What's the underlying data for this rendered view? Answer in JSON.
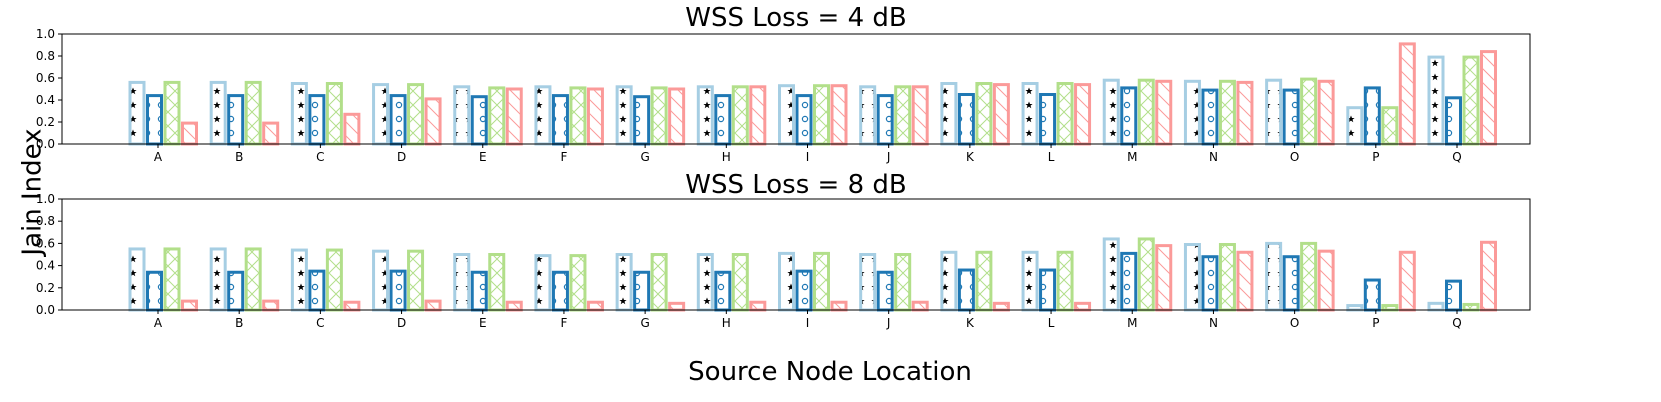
{
  "figure": {
    "ylabel": "Jain Index",
    "xlabel": "Source Node Location"
  },
  "series_style": [
    {
      "color": "#a6cee3",
      "hatch": "star"
    },
    {
      "color": "#1f78b4",
      "hatch": "circle"
    },
    {
      "color": "#b2df8a",
      "hatch": "cross"
    },
    {
      "color": "#fb9a99",
      "hatch": "diag"
    }
  ],
  "chart_data": [
    {
      "type": "bar",
      "title": "WSS Loss = 4 dB",
      "categories": [
        "A",
        "B",
        "C",
        "D",
        "E",
        "F",
        "G",
        "H",
        "I",
        "J",
        "K",
        "L",
        "M",
        "N",
        "O",
        "P",
        "Q"
      ],
      "ylim": [
        0,
        1.0
      ],
      "yticks": [
        "0.0",
        "0.2",
        "0.4",
        "0.6",
        "0.8",
        "1.0"
      ],
      "grid": false,
      "series": [
        {
          "values": [
            0.56,
            0.56,
            0.55,
            0.54,
            0.52,
            0.52,
            0.52,
            0.52,
            0.53,
            0.52,
            0.55,
            0.55,
            0.58,
            0.57,
            0.58,
            0.33,
            0.79
          ]
        },
        {
          "values": [
            0.44,
            0.44,
            0.44,
            0.44,
            0.43,
            0.44,
            0.43,
            0.44,
            0.44,
            0.44,
            0.45,
            0.45,
            0.51,
            0.49,
            0.49,
            0.51,
            0.42
          ]
        },
        {
          "values": [
            0.56,
            0.56,
            0.55,
            0.54,
            0.51,
            0.51,
            0.51,
            0.52,
            0.53,
            0.52,
            0.55,
            0.55,
            0.58,
            0.57,
            0.59,
            0.33,
            0.79
          ]
        },
        {
          "values": [
            0.19,
            0.19,
            0.27,
            0.41,
            0.5,
            0.5,
            0.5,
            0.52,
            0.53,
            0.52,
            0.54,
            0.54,
            0.57,
            0.56,
            0.57,
            0.91,
            0.84
          ]
        }
      ]
    },
    {
      "type": "bar",
      "title": "WSS Loss = 8 dB",
      "categories": [
        "A",
        "B",
        "C",
        "D",
        "E",
        "F",
        "G",
        "H",
        "I",
        "J",
        "K",
        "L",
        "M",
        "N",
        "O",
        "P",
        "Q"
      ],
      "ylim": [
        0,
        1.0
      ],
      "yticks": [
        "0.0",
        "0.2",
        "0.4",
        "0.6",
        "0.8",
        "1.0"
      ],
      "grid": false,
      "series": [
        {
          "values": [
            0.55,
            0.55,
            0.54,
            0.53,
            0.5,
            0.49,
            0.5,
            0.5,
            0.51,
            0.5,
            0.52,
            0.52,
            0.64,
            0.59,
            0.6,
            0.04,
            0.06
          ]
        },
        {
          "values": [
            0.34,
            0.34,
            0.35,
            0.35,
            0.34,
            0.34,
            0.34,
            0.34,
            0.35,
            0.34,
            0.36,
            0.36,
            0.51,
            0.48,
            0.48,
            0.27,
            0.26
          ]
        },
        {
          "values": [
            0.55,
            0.55,
            0.54,
            0.53,
            0.5,
            0.49,
            0.5,
            0.5,
            0.51,
            0.5,
            0.52,
            0.52,
            0.64,
            0.59,
            0.6,
            0.04,
            0.05
          ]
        },
        {
          "values": [
            0.08,
            0.08,
            0.07,
            0.08,
            0.07,
            0.07,
            0.06,
            0.07,
            0.07,
            0.07,
            0.06,
            0.06,
            0.58,
            0.52,
            0.53,
            0.52,
            0.61
          ]
        }
      ]
    }
  ]
}
